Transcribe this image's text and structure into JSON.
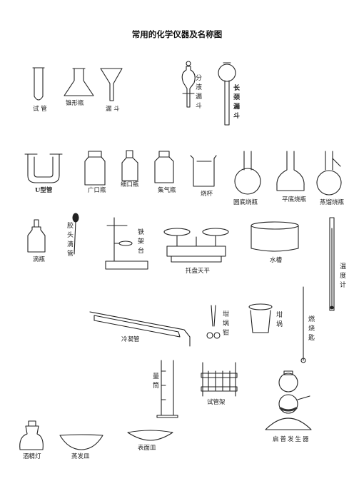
{
  "title": "常用的化学仪器及名称图",
  "labels": {
    "test_tube": "试 管",
    "conical_flask": "锥形瓶",
    "funnel": "漏 斗",
    "separatory_funnel": "分液漏斗",
    "long_neck_funnel": "长颈漏斗",
    "u_tube": "U型管",
    "wide_mouth_bottle": "广口瓶",
    "narrow_mouth_bottle": "细口瓶",
    "gas_jar": "集气瓶",
    "beaker": "烧杯",
    "round_flask": "圆底烧瓶",
    "flat_flask": "平底烧瓶",
    "distilling_flask": "蒸馏烧瓶",
    "dropper_bottle": "滴瓶",
    "dropper": "胶头滴管",
    "iron_stand": "铁架台",
    "balance": "托盘天平",
    "water_trough": "水槽",
    "thermometer": "温度计",
    "crucible_tongs": "坩埚钳",
    "crucible": "坩埚",
    "combustion_spoon": "燃烧匙",
    "condenser": "冷凝管",
    "graduated_cylinder": "量筒",
    "test_tube_rack": "试管架",
    "kipp_generator": "启普发生器",
    "alcohol_lamp": "酒精灯",
    "evaporating_dish": "蒸发皿",
    "watch_glass": "表面皿"
  }
}
